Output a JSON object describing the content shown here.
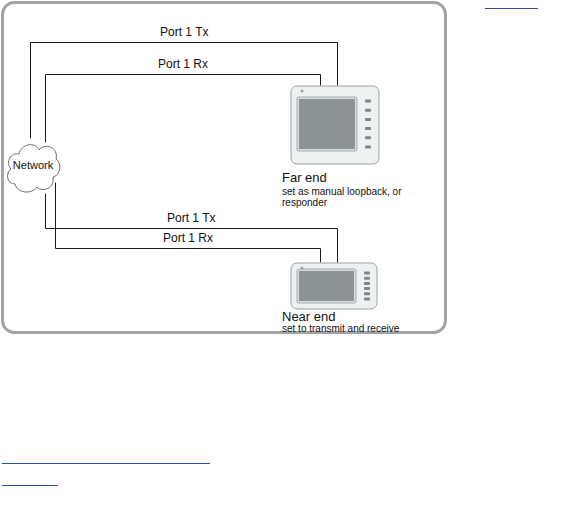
{
  "diagram": {
    "nodes": [
      {
        "text": [
          "Network"
        ]
      },
      {
        "text": [
          "Far end",
          "set as manual loopback, or responder"
        ]
      },
      {
        "text": [
          "Near end",
          "set to transmit and receive"
        ]
      }
    ],
    "edges": [
      {
        "from": 0,
        "to": 1,
        "label": "Port 1 Tx",
        "arrow": "none"
      },
      {
        "from": 0,
        "to": 1,
        "label": "Port 1 Rx",
        "arrow": "none"
      },
      {
        "from": 0,
        "to": 2,
        "label": "Port 1 Tx",
        "arrow": "none"
      },
      {
        "from": 0,
        "to": 2,
        "label": "Port 1 Rx",
        "arrow": "none"
      }
    ]
  }
}
